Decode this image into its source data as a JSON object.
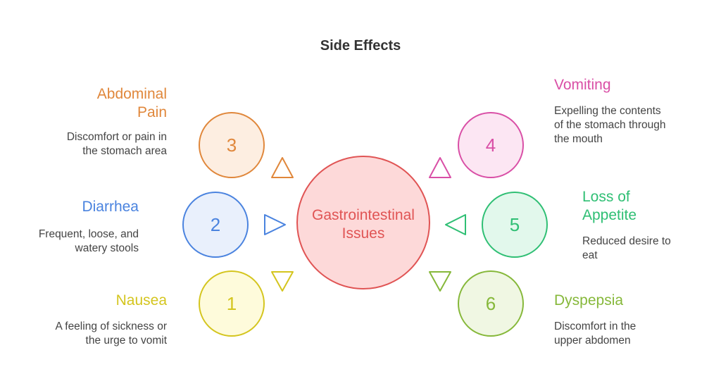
{
  "title": "Side Effects",
  "hub": {
    "label": "Gastrointestinal Issues",
    "color": "#e05454",
    "fill": "#fdd9d9"
  },
  "items": [
    {
      "num": "1",
      "heading": "Nausea",
      "description": "A feeling of sickness or the urge to vomit",
      "color": "#d4c51e",
      "fill": "#fefbdb"
    },
    {
      "num": "2",
      "heading": "Diarrhea",
      "description": "Frequent, loose, and watery stools",
      "color": "#4a83df",
      "fill": "#e9f0fc"
    },
    {
      "num": "3",
      "heading": "Abdominal Pain",
      "description": "Discomfort or pain in the stomach area",
      "color": "#e0873b",
      "fill": "#fdeee1"
    },
    {
      "num": "4",
      "heading": "Vomiting",
      "description": "Expelling the contents of the stomach through the mouth",
      "color": "#d94fa6",
      "fill": "#fce6f3"
    },
    {
      "num": "5",
      "heading": "Loss of Appetite",
      "description": "Reduced desire to eat",
      "color": "#2fbf74",
      "fill": "#e2f8ec"
    },
    {
      "num": "6",
      "heading": "Dyspepsia",
      "description": "Discomfort in the upper abdomen",
      "color": "#86b83a",
      "fill": "#f0f7e3"
    }
  ]
}
